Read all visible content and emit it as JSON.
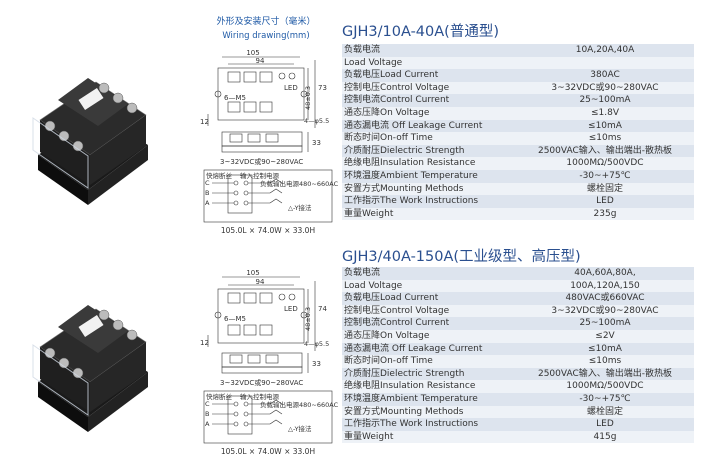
{
  "header": {
    "dims_cn": "外形及安装尺寸（毫米）",
    "dims_en": "Wiring drawing(mm)"
  },
  "drawing_labels": {
    "width_total": "105",
    "width_inner": "94",
    "height_side": "73",
    "height_inner": "48±0.3",
    "left_dim": "12",
    "depth": "33",
    "screw": "6—M5",
    "hole": "4—φ5.5",
    "led": "LED",
    "control_range": "3~32VDC或90~280VAC",
    "fast_fuse": "快熔断丝",
    "input_ctrl": "输入控制电源",
    "load_supply": "负载输出电源480~660AC",
    "star_delta": "△-Y接法",
    "phase_c": "C",
    "phase_b": "B",
    "phase_a": "A",
    "size": "105.0L × 74.0W × 33.0H",
    "height_side_2": "74"
  },
  "models": [
    {
      "title": "GJH3/10A-40A(普通型)",
      "rows": [
        {
          "label": "负载电流",
          "value": "10A,20A,40A"
        },
        {
          "label": "Load  Voltage",
          "value": ""
        },
        {
          "label": "负载电压Load  Current",
          "value": "380AC"
        },
        {
          "label": "控制电压Control Voltage",
          "value": "3~32VDC或90~280VAC"
        },
        {
          "label": "控制电流Control Current",
          "value": "25~100mA"
        },
        {
          "label": "通态压降On Voltage",
          "value": "≤1.8V"
        },
        {
          "label": "通态漏电流 Off Leakage Current",
          "value": "≤10mA"
        },
        {
          "label": "断态时间On-off Time",
          "value": "≤10ms"
        },
        {
          "label": "介质耐压Dielectric Strength",
          "value": "2500VAC输入、输出端出-散热板"
        },
        {
          "label": "绝缘电阻Insulation Resistance",
          "value": "1000MΩ/500VDC"
        },
        {
          "label": "环境温度Ambient Temperature",
          "value": "-30~+75℃"
        },
        {
          "label": "安置方式Mounting Methods",
          "value": "螺栓固定"
        },
        {
          "label": "工作指示The Work Instructions",
          "value": "LED"
        },
        {
          "label": "重量Weight",
          "value": "235g"
        }
      ]
    },
    {
      "title": "GJH3/40A-150A(工业级型、高压型)",
      "rows": [
        {
          "label": "负载电流",
          "value": "40A,60A,80A,"
        },
        {
          "label": "Load  Voltage",
          "value": "100A,120A,150"
        },
        {
          "label": "负载电压Load  Current",
          "value": "480VAC或660VAC"
        },
        {
          "label": "控制电压Control Voltage",
          "value": "3~32VDC或90~280VAC"
        },
        {
          "label": "控制电流Control Current",
          "value": "25~100mA"
        },
        {
          "label": "通态压降On Voltage",
          "value": "≤2V"
        },
        {
          "label": "通态漏电流 Off Leakage Current",
          "value": "≤10mA"
        },
        {
          "label": "断态时间On-off Time",
          "value": "≤10ms"
        },
        {
          "label": "介质耐压Dielectric Strength",
          "value": "2500VAC输入、输出端出-散热板"
        },
        {
          "label": "绝缘电阻Insulation Resistance",
          "value": "1000MΩ/500VDC"
        },
        {
          "label": "环境温度Ambient Temperature",
          "value": "-30~+75℃"
        },
        {
          "label": "安置方式Mounting Methods",
          "value": "螺栓固定"
        },
        {
          "label": "工作指示The Work Instructions",
          "value": "LED"
        },
        {
          "label": "重量Weight",
          "value": "415g"
        }
      ]
    }
  ]
}
